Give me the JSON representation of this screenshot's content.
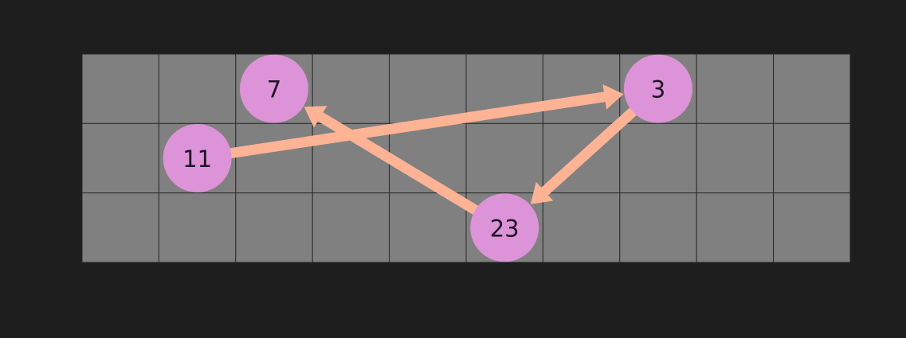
{
  "grid": {
    "rows": 3,
    "cols": 10,
    "cell_color": "#808080",
    "line_color": "#2a2a2a"
  },
  "colors": {
    "background": "#1e1e1e",
    "node_fill": "#dd93d8",
    "edge_color": "#ffb395",
    "label_color": "#1f1028"
  },
  "nodes": [
    {
      "id": "n7",
      "label": "7",
      "row": 0,
      "col": 2
    },
    {
      "id": "n3",
      "label": "3",
      "row": 0,
      "col": 7
    },
    {
      "id": "n11",
      "label": "11",
      "row": 1,
      "col": 1
    },
    {
      "id": "n23",
      "label": "23",
      "row": 2,
      "col": 5
    }
  ],
  "edges": [
    {
      "from": "n11",
      "to": "n3"
    },
    {
      "from": "n3",
      "to": "n23"
    },
    {
      "from": "n23",
      "to": "n7"
    }
  ]
}
